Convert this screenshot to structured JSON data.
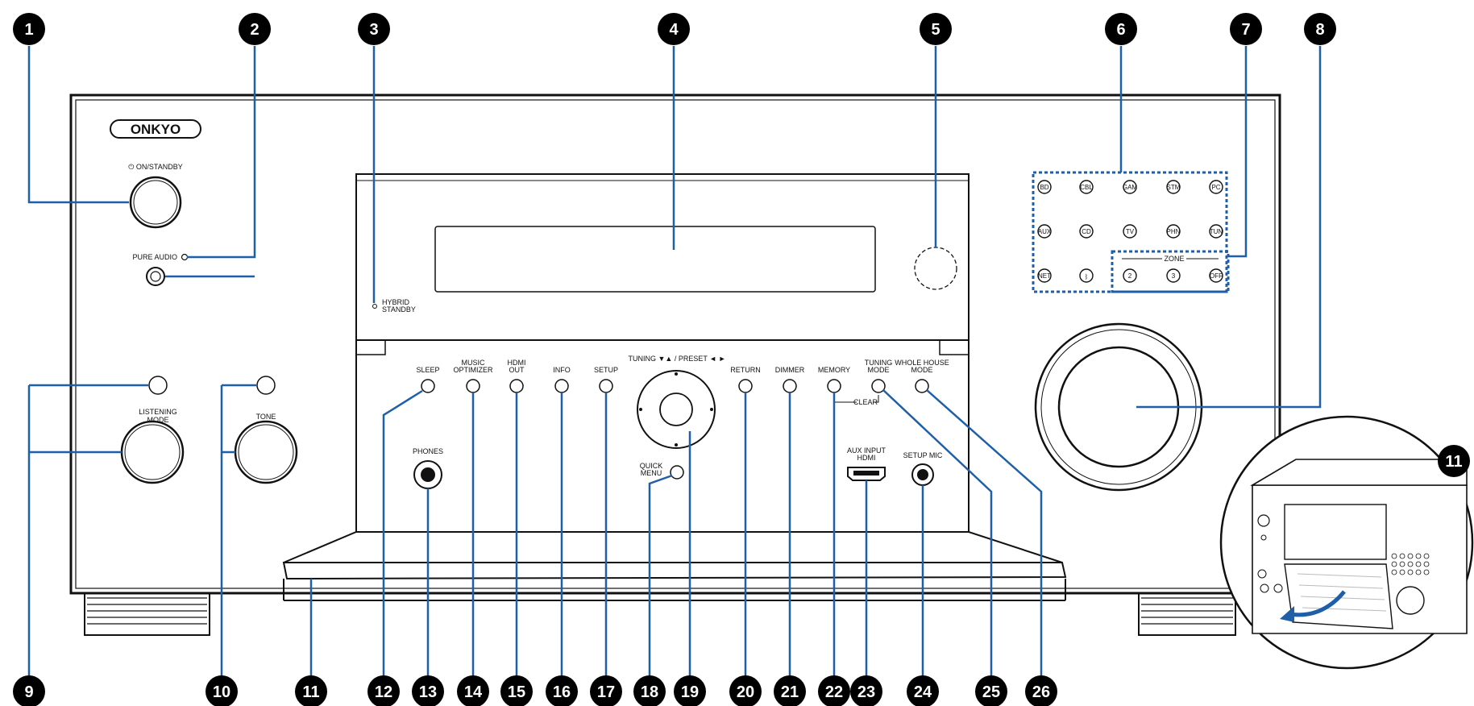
{
  "brand": "ONKYO",
  "labels": {
    "on_standby": "ON/STANDBY",
    "pure_audio": "PURE AUDIO",
    "hybrid_standby": [
      "HYBRID",
      "STANDBY"
    ],
    "listening_mode": [
      "LISTENING",
      "MODE"
    ],
    "tone": "TONE",
    "sleep": "SLEEP",
    "music_optimizer": [
      "MUSIC",
      "OPTIMIZER"
    ],
    "hdmi_out": [
      "HDMI",
      "OUT"
    ],
    "info": "INFO",
    "setup": "SETUP",
    "tuning_preset": "TUNING ▼▲ / PRESET ◄ ►",
    "return": "RETURN",
    "dimmer": "DIMMER",
    "memory": "MEMORY",
    "tuning_mode": [
      "TUNING",
      "MODE"
    ],
    "whole_house_mode": [
      "WHOLE HOUSE",
      "MODE"
    ],
    "clear": "CLEAR",
    "phones": "PHONES",
    "quick_menu": [
      "QUICK",
      "MENU"
    ],
    "aux_input_hdmi": [
      "AUX INPUT",
      "HDMI"
    ],
    "setup_mic": "SETUP MIC",
    "zone": "ZONE"
  },
  "input_selectors": [
    [
      "BD",
      "CBL",
      "GAM",
      "STM",
      "PC"
    ],
    [
      "AUX",
      "CD",
      "TV",
      "PHN",
      "TUN"
    ],
    [
      "NET",
      "bluetooth-icon"
    ]
  ],
  "zone_buttons": [
    "2",
    "3",
    "OFF"
  ],
  "callouts": [
    "1",
    "2",
    "3",
    "4",
    "5",
    "6",
    "7",
    "8",
    "9",
    "10",
    "11",
    "12",
    "13",
    "14",
    "15",
    "16",
    "17",
    "18",
    "19",
    "20",
    "21",
    "22",
    "23",
    "24",
    "25",
    "26",
    "11"
  ],
  "colors": {
    "leader": "#1f5fa8",
    "outline": "#111111"
  }
}
